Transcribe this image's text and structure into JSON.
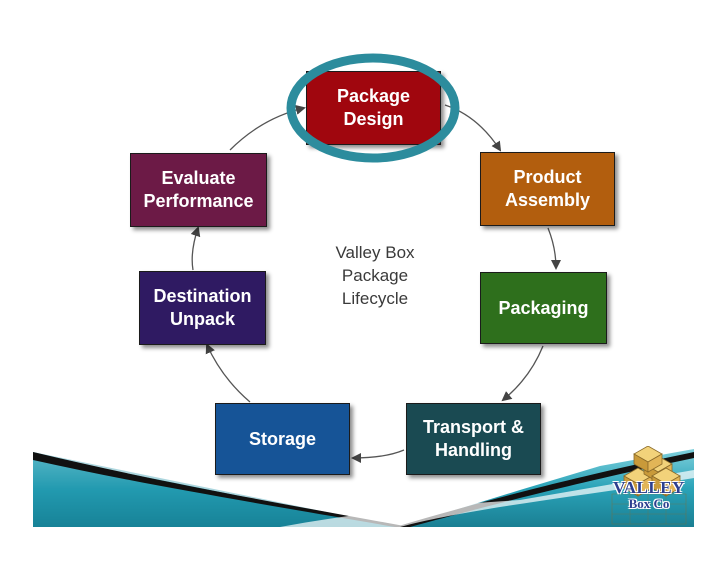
{
  "diagram": {
    "center_label": "Valley Box\nPackage\nLifecycle",
    "steps": [
      {
        "id": "design",
        "label": "Package\nDesign",
        "color": "#a0060e"
      },
      {
        "id": "assembly",
        "label": "Product\nAssembly",
        "color": "#b25e0e"
      },
      {
        "id": "packaging",
        "label": "Packaging",
        "color": "#2e6f1c"
      },
      {
        "id": "transport",
        "label": "Transport &\nHandling",
        "color": "#1a4a52"
      },
      {
        "id": "storage",
        "label": "Storage",
        "color": "#165497"
      },
      {
        "id": "unpack",
        "label": "Destination\nUnpack",
        "color": "#2f1a62"
      },
      {
        "id": "evaluate",
        "label": "Evaluate\nPerformance",
        "color": "#6c1a46"
      }
    ],
    "highlight_color": "#2c8c9d"
  },
  "logo": {
    "line1": "VALLEY",
    "line2": "Box Co"
  },
  "banner_color": "#2aa3b8"
}
